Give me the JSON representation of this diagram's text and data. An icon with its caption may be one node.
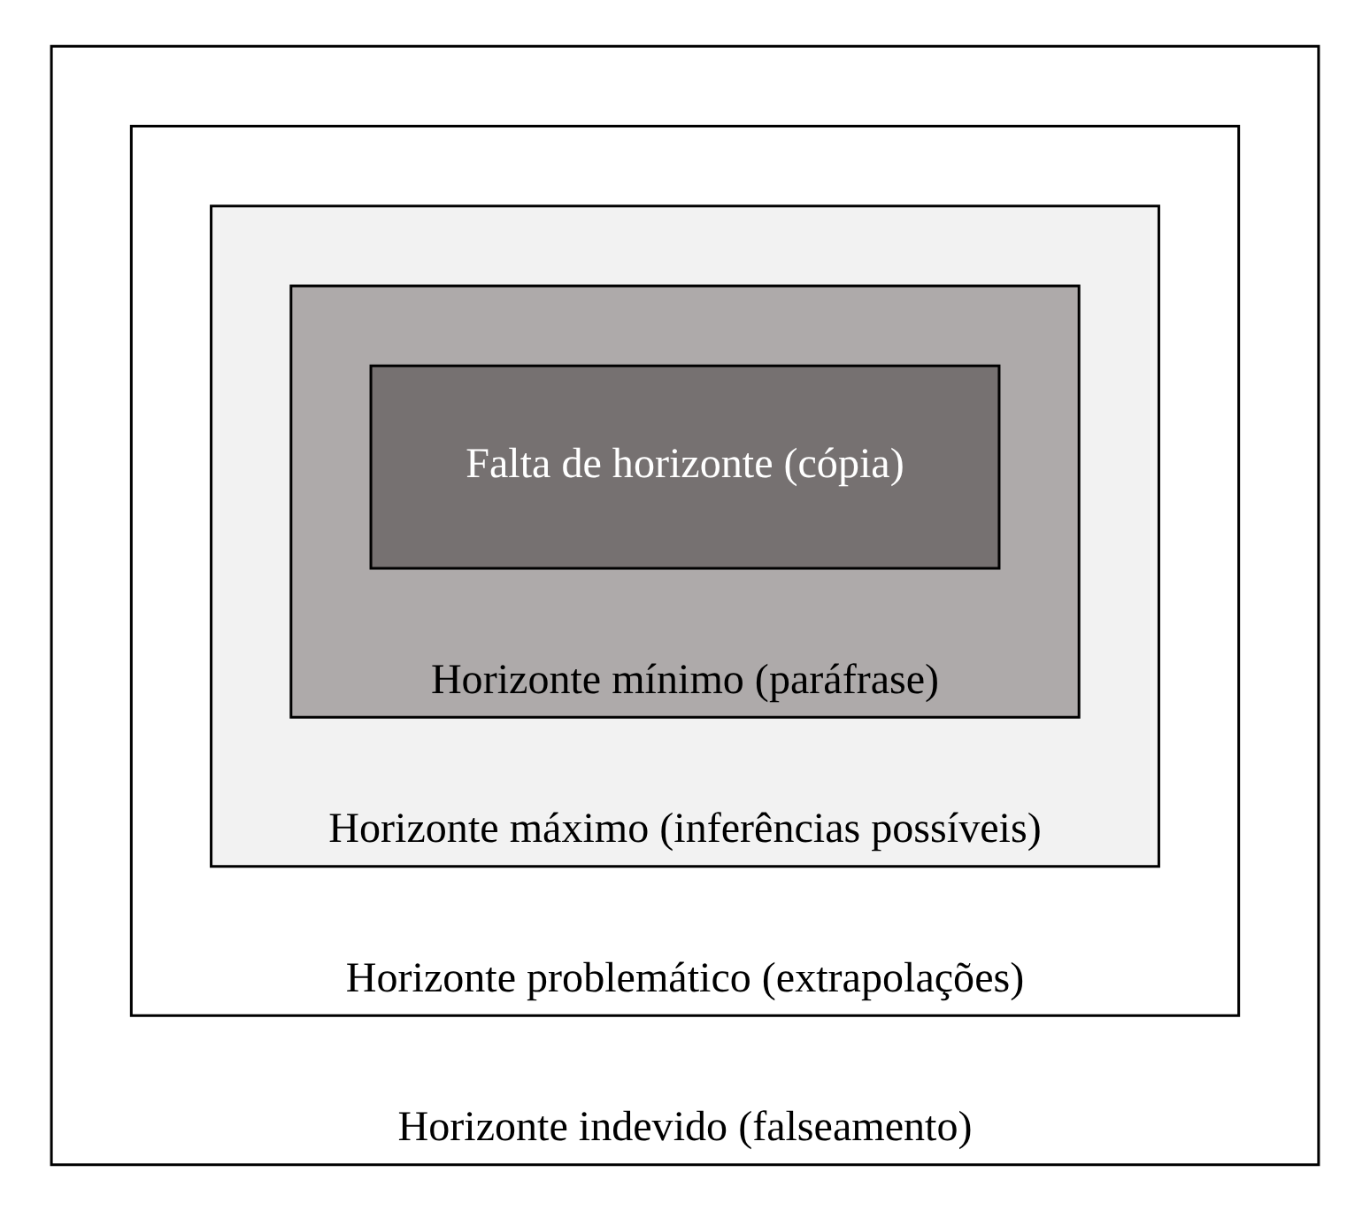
{
  "diagram": {
    "nodes": [
      {
        "text": [
          "Horizonte indevido (falseamento)"
        ]
      },
      {
        "text": [
          "Horizonte problemático (extrapolações)"
        ],
        "in": 0
      },
      {
        "text": [
          "Horizonte máximo (inferências possíveis)"
        ],
        "in": 1
      },
      {
        "text": [
          "Horizonte mínimo (paráfrase)"
        ],
        "in": 2
      },
      {
        "text": [
          "Falta de horizonte (cópia)"
        ],
        "in": 3
      }
    ]
  }
}
